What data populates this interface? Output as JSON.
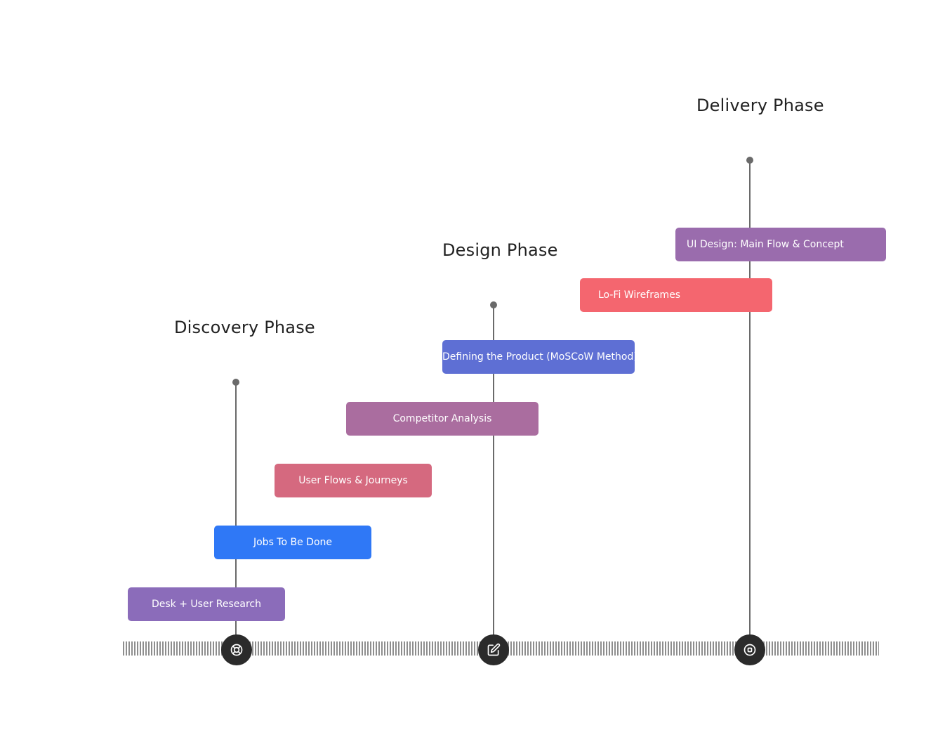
{
  "phases": [
    {
      "title": "Discovery Phase",
      "icon": "lifebuoy-icon"
    },
    {
      "title": "Design Phase",
      "icon": "edit-icon"
    },
    {
      "title": "Delivery Phase",
      "icon": "stop-circle-icon"
    }
  ],
  "tasks": [
    {
      "label": "Desk + User Research",
      "color": "#8b6cba"
    },
    {
      "label": "Jobs To Be Done",
      "color": "#2f78f6"
    },
    {
      "label": "User Flows & Journeys",
      "color": "#d5697f"
    },
    {
      "label": "Competitor Analysis",
      "color": "#aa6d9f"
    },
    {
      "label": "Defining the Product (MoSCoW Method)",
      "color": "#5e6fd4"
    },
    {
      "label": "Lo-Fi Wireframes",
      "color": "#f4666f"
    },
    {
      "label": "UI Design: Main Flow & Concept",
      "color": "#9a6cad"
    }
  ],
  "colors": {
    "milestone": "#2b2b2b",
    "stem": "#6a6a6a",
    "track": "#8e8e8e"
  }
}
